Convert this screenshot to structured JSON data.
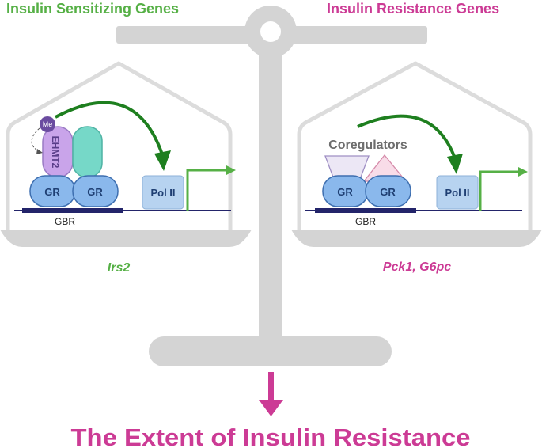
{
  "header": {
    "left_title": "Insulin Sensitizing Genes",
    "right_title": "Insulin Resistance Genes"
  },
  "left_pan": {
    "methyl_label": "Me",
    "ehmt2_label": "EHMT2",
    "gr_left": "GR",
    "gr_right": "GR",
    "pol_label": "Pol II",
    "gbr_label": "GBR",
    "gene_label": "Irs2"
  },
  "right_pan": {
    "coregulators_label": "Coregulators",
    "gr_left": "GR",
    "gr_right": "GR",
    "pol_label": "Pol II",
    "gbr_label": "GBR",
    "gene_label": "Pck1, G6pc"
  },
  "footer": {
    "conclusion": "The Extent of Insulin Resistance"
  },
  "colors": {
    "green": "#56b046",
    "dark_green": "#1e7f1f",
    "magenta": "#cc3b95",
    "scale_gray": "#d4d4d4",
    "scale_line": "#dcdcdc",
    "gr_blue": "#8ab8ec",
    "pol_blue": "#b7d3f0",
    "ehmt2_purple": "#c9a4ea",
    "teal": "#76d8c8",
    "me_purple": "#6b4ca0",
    "dna_navy": "#23246a"
  }
}
